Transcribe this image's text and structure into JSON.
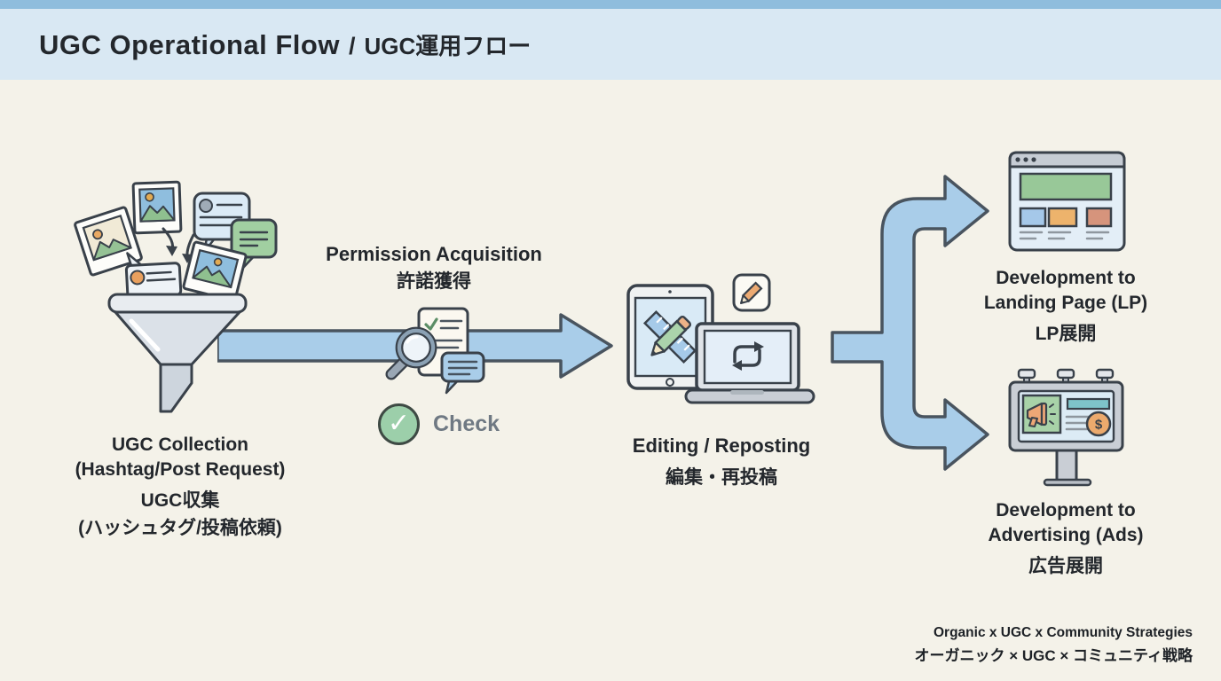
{
  "header": {
    "title_en": "UGC Operational Flow",
    "title_separator": "/",
    "title_ja": "UGC運用フロー"
  },
  "steps": {
    "collection": {
      "title_en": "UGC Collection",
      "subtitle_en": "(Hashtag/Post Request)",
      "title_ja": "UGC収集",
      "subtitle_ja": "(ハッシュタグ/投稿依頼)"
    },
    "permission": {
      "title_en": "Permission Acquisition",
      "title_ja": "許諾獲得",
      "check_label": "Check"
    },
    "editing": {
      "title_en": "Editing / Reposting",
      "title_ja": "編集・再投稿"
    },
    "landing_page": {
      "title_en_line1": "Development to",
      "title_en_line2": "Landing Page (LP)",
      "title_ja": "LP展開"
    },
    "advertising": {
      "title_en_line1": "Development to",
      "title_en_line2": "Advertising (Ads)",
      "title_ja": "広告展開"
    }
  },
  "footer": {
    "line_en": "Organic x UGC x Community Strategies",
    "line_ja": "オーガニック × UGC × コミュニティ戦略"
  },
  "icons": {
    "check_mark": "✓",
    "dollar_sign": "$"
  },
  "colors": {
    "background": "#f4f2e9",
    "header_strip": "#8fbddd",
    "header_band": "#d9e8f3",
    "arrow_fill": "#a9cde9",
    "arrow_outline": "#49545f",
    "outline_ink": "#39414a",
    "text_dark": "#23272c",
    "check_green": "#9ccfaa",
    "muted_gray": "#6f7983"
  }
}
